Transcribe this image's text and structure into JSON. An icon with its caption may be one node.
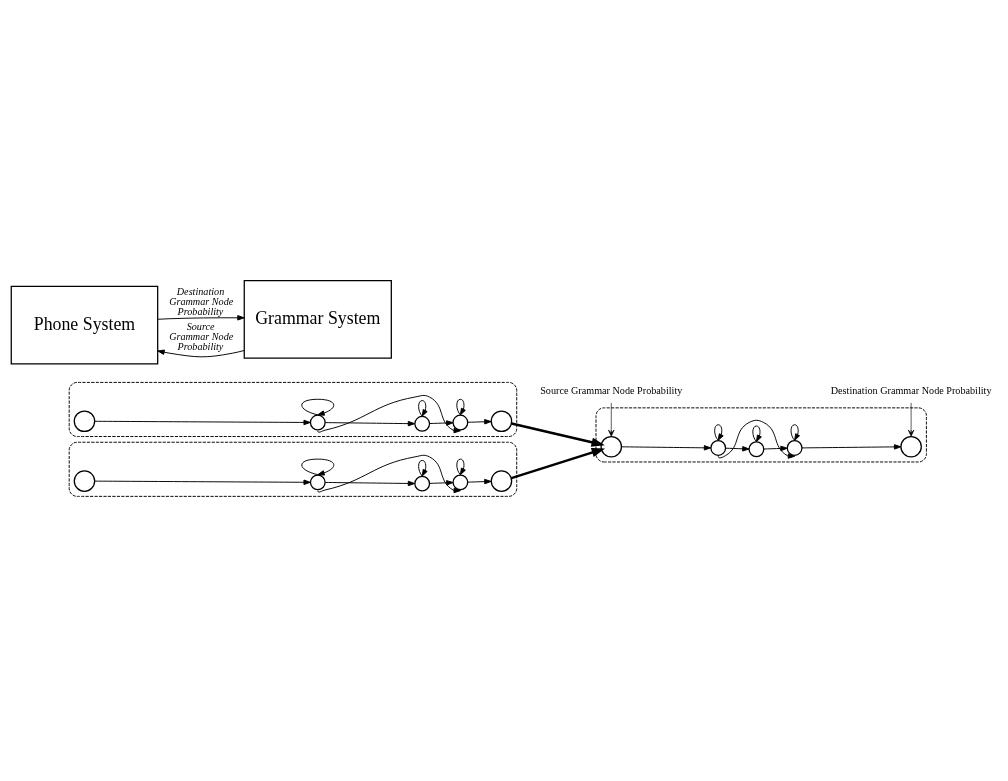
{
  "diagram": {
    "nodes": [
      {
        "text": [
          "Phone System"
        ]
      },
      {
        "text": [
          "Grammar System"
        ]
      },
      {
        "text": [],
        "shape": "ellipse"
      },
      {
        "text": [],
        "shape": "circle",
        "in": 2
      },
      {
        "text": [],
        "shape": "circle",
        "in": 2
      },
      {
        "text": [],
        "shape": "circle",
        "in": 2
      },
      {
        "text": [],
        "shape": "circle",
        "in": 2
      },
      {
        "text": [],
        "shape": "circle",
        "in": 2
      },
      {
        "text": [],
        "shape": "ellipse"
      },
      {
        "text": [],
        "shape": "circle",
        "in": 8
      },
      {
        "text": [],
        "shape": "circle",
        "in": 8
      },
      {
        "text": [],
        "shape": "circle",
        "in": 8
      },
      {
        "text": [],
        "shape": "circle",
        "in": 8
      },
      {
        "text": [],
        "shape": "circle",
        "in": 8
      },
      {
        "text": [],
        "shape": "ellipse"
      },
      {
        "text": [],
        "shape": "circle",
        "in": 14
      },
      {
        "text": [],
        "shape": "circle",
        "in": 14
      },
      {
        "text": [],
        "shape": "circle",
        "in": 14
      },
      {
        "text": [],
        "shape": "circle",
        "in": 14
      },
      {
        "text": [],
        "shape": "circle",
        "in": 14
      },
      {
        "text": [
          "Source Grammar Node Probability"
        ]
      },
      {
        "text": [
          "Destination Grammar Node Probability"
        ]
      }
    ],
    "edges": [
      {
        "from": 0,
        "to": 1,
        "arrow": "to",
        "label": "Destination Grammar Node Probability"
      },
      {
        "from": 1,
        "to": 0,
        "arrow": "to",
        "label": "Source Grammar Node Probability"
      },
      {
        "from": 3,
        "to": 4,
        "arrow": "to"
      },
      {
        "from": 4,
        "to": 4,
        "arrow": "to"
      },
      {
        "from": 4,
        "to": 5,
        "arrow": "to"
      },
      {
        "from": 5,
        "to": 5,
        "arrow": "to"
      },
      {
        "from": 5,
        "to": 6,
        "arrow": "to"
      },
      {
        "from": 6,
        "to": 6,
        "arrow": "to"
      },
      {
        "from": 4,
        "to": 6,
        "arrow": "to"
      },
      {
        "from": 6,
        "to": 7,
        "arrow": "to"
      },
      {
        "from": 9,
        "to": 10,
        "arrow": "to"
      },
      {
        "from": 10,
        "to": 10,
        "arrow": "to"
      },
      {
        "from": 10,
        "to": 11,
        "arrow": "to"
      },
      {
        "from": 11,
        "to": 11,
        "arrow": "to"
      },
      {
        "from": 11,
        "to": 12,
        "arrow": "to"
      },
      {
        "from": 12,
        "to": 12,
        "arrow": "to"
      },
      {
        "from": 10,
        "to": 12,
        "arrow": "to"
      },
      {
        "from": 12,
        "to": 13,
        "arrow": "to"
      },
      {
        "from": 15,
        "to": 16,
        "arrow": "to"
      },
      {
        "from": 16,
        "to": 16,
        "arrow": "to"
      },
      {
        "from": 16,
        "to": 17,
        "arrow": "to"
      },
      {
        "from": 17,
        "to": 17,
        "arrow": "to"
      },
      {
        "from": 17,
        "to": 18,
        "arrow": "to"
      },
      {
        "from": 18,
        "to": 18,
        "arrow": "to"
      },
      {
        "from": 16,
        "to": 18,
        "arrow": "to"
      },
      {
        "from": 18,
        "to": 19,
        "arrow": "to"
      },
      {
        "from": 7,
        "to": 9,
        "arrow": "to",
        "style": "thick"
      },
      {
        "from": 19,
        "to": 9,
        "arrow": "to",
        "style": "thick"
      },
      {
        "from": 20,
        "to": 9,
        "arrow": "to"
      },
      {
        "from": 21,
        "to": 13,
        "arrow": "to"
      }
    ]
  }
}
